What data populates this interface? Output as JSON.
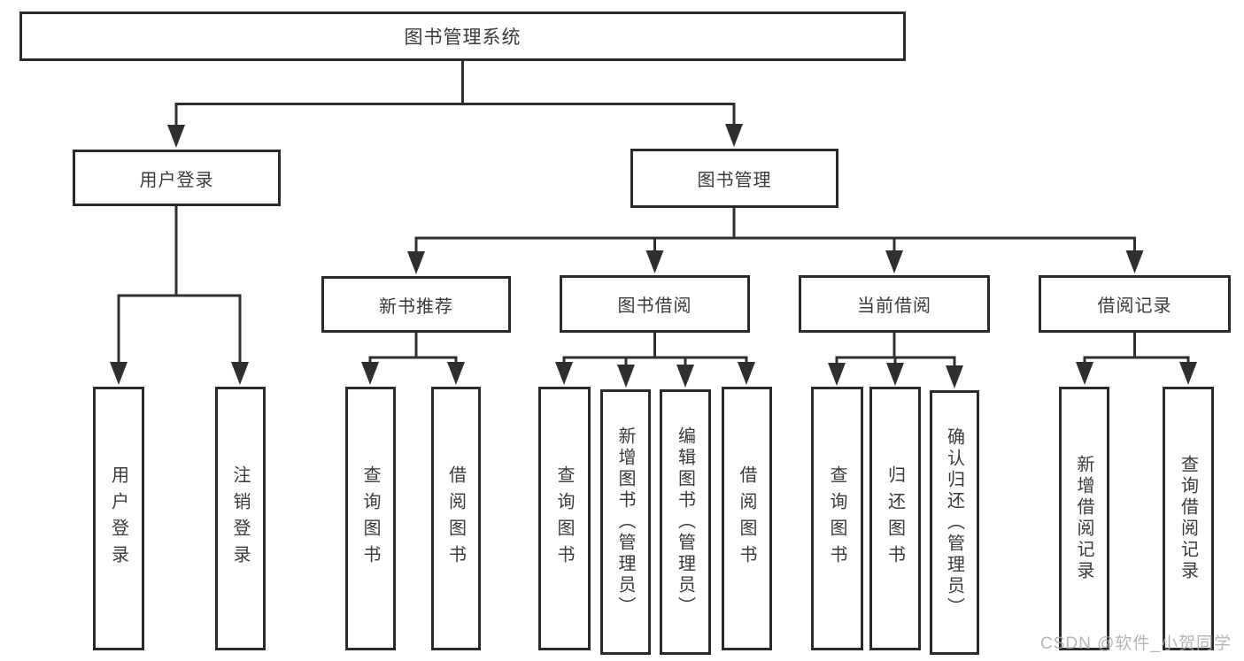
{
  "meta": {
    "type": "hierarchy-diagram",
    "description": "functional structure chart of a library management system"
  },
  "colors": {
    "background": "#ffffff",
    "line": "#2f2f2f",
    "box_border": "#2b2b2b",
    "text": "#3a3a3a",
    "watermark": "#a9a9a9"
  },
  "nodes": {
    "root": "图书管理系统",
    "user_login": "用户登录",
    "book_management": "图书管理",
    "new_book_recommend": "新书推荐",
    "book_borrow": "图书借阅",
    "current_borrow": "当前借阅",
    "borrow_record": "借阅记录",
    "leaf_user_login": "用户登录",
    "leaf_logout": "注销登录",
    "leaf_query_book_1": "查询图书",
    "leaf_borrow_book_1": "借阅图书",
    "leaf_query_book_2": "查询图书",
    "leaf_add_book_admin": "新增图书（管理员）",
    "leaf_edit_book_admin": "编辑图书（管理员）",
    "leaf_borrow_book_2": "借阅图书",
    "leaf_query_book_3": "查询图书",
    "leaf_return_book": "归还图书",
    "leaf_confirm_return_admin": "确认归还（管理员）",
    "leaf_add_borrow_record": "新增借阅记录",
    "leaf_query_borrow_record": "查询借阅记录"
  },
  "edges": [
    {
      "parent": "root",
      "children": [
        "user_login",
        "book_management"
      ]
    },
    {
      "parent": "user_login",
      "children": [
        "leaf_user_login",
        "leaf_logout"
      ]
    },
    {
      "parent": "book_management",
      "children": [
        "new_book_recommend",
        "book_borrow",
        "current_borrow",
        "borrow_record"
      ]
    },
    {
      "parent": "new_book_recommend",
      "children": [
        "leaf_query_book_1",
        "leaf_borrow_book_1"
      ]
    },
    {
      "parent": "book_borrow",
      "children": [
        "leaf_query_book_2",
        "leaf_add_book_admin",
        "leaf_edit_book_admin",
        "leaf_borrow_book_2"
      ]
    },
    {
      "parent": "current_borrow",
      "children": [
        "leaf_query_book_3",
        "leaf_return_book",
        "leaf_confirm_return_admin"
      ]
    },
    {
      "parent": "borrow_record",
      "children": [
        "leaf_add_borrow_record",
        "leaf_query_borrow_record"
      ]
    }
  ],
  "watermark": {
    "text": "CSDN @软件_小贺同学"
  }
}
